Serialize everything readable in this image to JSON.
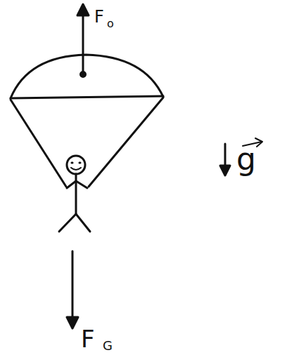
{
  "diagram": {
    "labels": [
      "F",
      "o",
      "g",
      "F",
      "G"
    ]
  }
}
